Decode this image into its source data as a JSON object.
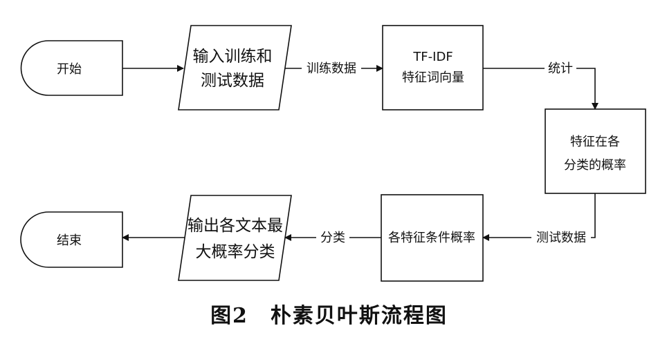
{
  "diagram": {
    "nodes": {
      "start": {
        "text": "开始"
      },
      "input": {
        "line1": "输入训练和",
        "line2": "测试数据"
      },
      "tfidf": {
        "line1": "TF-IDF",
        "line2": "特征词向量"
      },
      "class_prob": {
        "line1": "特征在各",
        "line2": "分类的概率"
      },
      "cond_prob": {
        "text": "各特征条件概率"
      },
      "output": {
        "line1": "输出各文本最",
        "line2": "大概率分类"
      },
      "end": {
        "text": "结束"
      }
    },
    "edges": {
      "train_data": "训练数据",
      "statistics": "统计",
      "test_data": "测试数据",
      "classify": "分类"
    }
  },
  "caption": "图2　朴素贝叶斯流程图"
}
